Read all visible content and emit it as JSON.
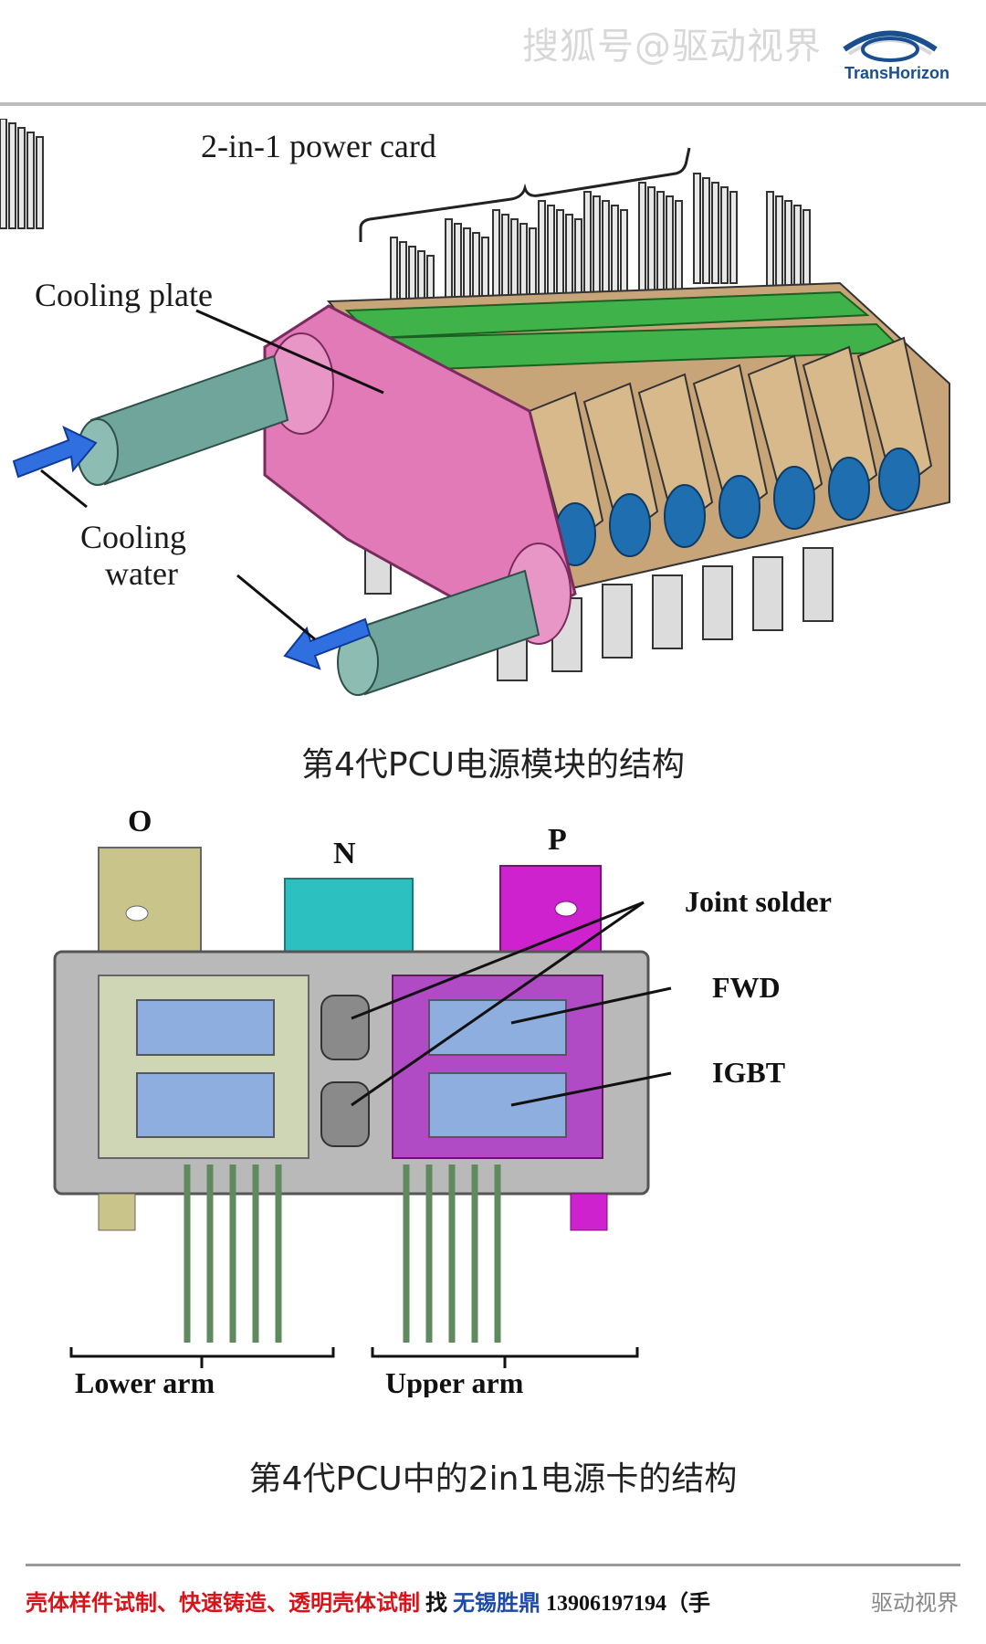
{
  "header": {
    "watermark": "搜狐号@驱动视界",
    "logo_text": "TransHorizon"
  },
  "figure1": {
    "label_power_card": "2-in-1  power  card",
    "label_cooling_plate": "Cooling  plate",
    "label_cooling_water_1": "Cooling",
    "label_cooling_water_2": "water",
    "caption": "第4代PCU电源模块的结构"
  },
  "figure2": {
    "label_o": "O",
    "label_n": "N",
    "label_p": "P",
    "label_joint_solder": "Joint  solder",
    "label_fwd": "FWD",
    "label_igbt": "IGBT",
    "label_lower_arm": "Lower arm",
    "label_upper_arm": "Upper arm",
    "caption": "第4代PCU中的2in1电源卡的结构"
  },
  "footer": {
    "ad_text": "壳体样件试制、快速铸造、透明壳体试制",
    "find": "找",
    "company": "无锡胜鼎",
    "phone": "13906197194（手",
    "watermark": "驱动视界"
  },
  "colors": {
    "cooling_plate": "#e27ab8",
    "pipe": "#6fa59a",
    "arrow": "#2f6fe0",
    "card_brown": "#c7a578",
    "card_green": "#3fb34a",
    "coil_blue": "#1f6fb0",
    "terminal_o": "#c9c48a",
    "terminal_n": "#2cc0c0",
    "terminal_p": "#cf22cf",
    "body_grey": "#b9b9b9",
    "chip_blue": "#8faee0",
    "footer_red": "#d8141b"
  }
}
